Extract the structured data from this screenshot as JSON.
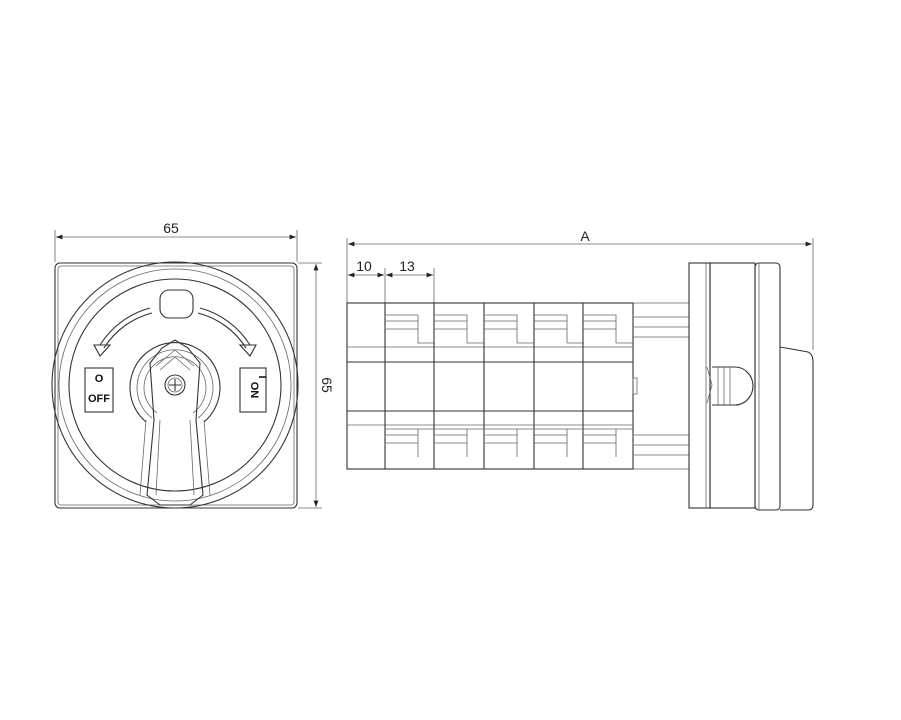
{
  "front_view": {
    "width_dimension": "65",
    "height_dimension": "65",
    "off_position": {
      "symbol": "O",
      "label": "OFF"
    },
    "on_position": {
      "symbol": "I",
      "label": "ON"
    }
  },
  "side_view": {
    "overall_length_dimension": "A",
    "first_module_dimension": "10",
    "module_pitch_dimension": "13"
  }
}
